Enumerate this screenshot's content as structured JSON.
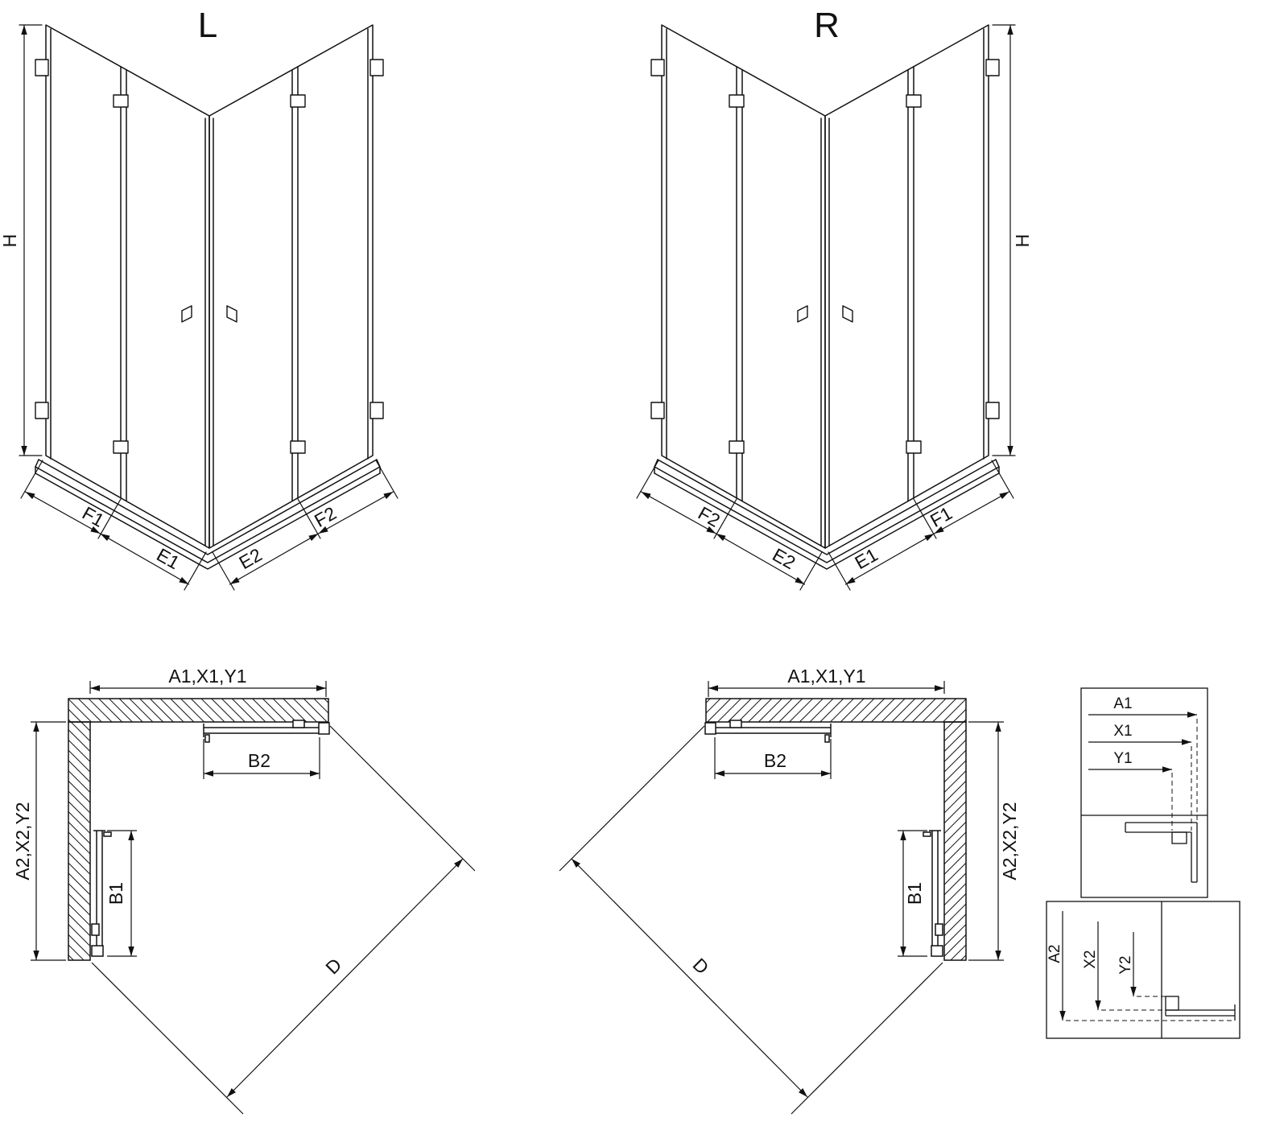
{
  "page": {
    "background": "#ffffff",
    "line_color": "#111111"
  },
  "iso_left": {
    "title": "L",
    "height_label": "H",
    "bottom_left_outer": "F1",
    "bottom_left_inner": "E1",
    "bottom_right_inner": "E2",
    "bottom_right_outer": "F2"
  },
  "iso_right": {
    "title": "R",
    "height_label": "H",
    "bottom_left_outer": "F2",
    "bottom_left_inner": "E2",
    "bottom_right_inner": "E1",
    "bottom_right_outer": "F1"
  },
  "plan_left": {
    "width_label": "A1,X1,Y1",
    "depth_label": "A2,X2,Y2",
    "door_top_label": "B2",
    "door_side_label": "B1",
    "diagonal_label": "D"
  },
  "plan_right": {
    "width_label": "A1,X1,Y1",
    "depth_label": "A2,X2,Y2",
    "door_top_label": "B2",
    "door_side_label": "B1",
    "diagonal_label": "D"
  },
  "detail_width": {
    "labels": [
      "A1",
      "X1",
      "Y1"
    ]
  },
  "detail_depth": {
    "labels": [
      "A2",
      "X2",
      "Y2"
    ]
  }
}
